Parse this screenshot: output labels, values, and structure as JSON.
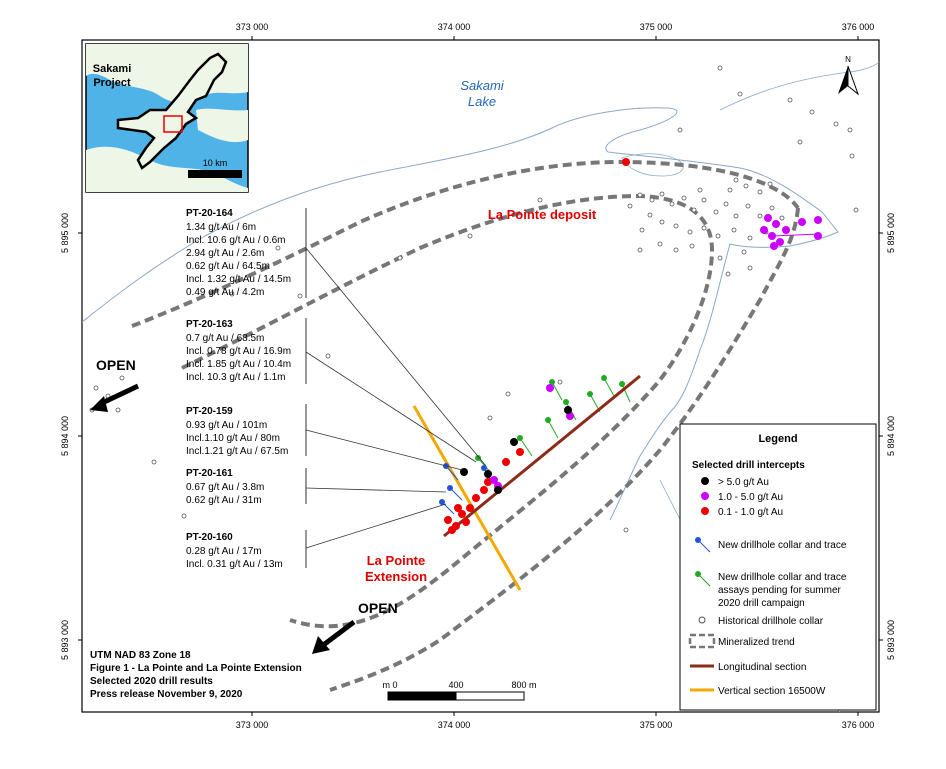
{
  "map": {
    "x_ticks": [
      "373 000",
      "374 000",
      "375 000",
      "376 000"
    ],
    "y_ticks": [
      "5 895 000",
      "5 894 000",
      "5 893 000"
    ],
    "lake_label": [
      "Sakami",
      "Lake"
    ],
    "deposit_label": "La Pointe deposit",
    "extension_label": [
      "La Pointe",
      "Extension"
    ],
    "open_labels": [
      "OPEN",
      "OPEN"
    ],
    "north_label": "N",
    "inset": {
      "title": [
        "Sakami",
        "Project"
      ],
      "scale": "10 km"
    },
    "scale_bar": {
      "labels": [
        "m 0",
        "400",
        "800 m"
      ]
    },
    "footer": [
      "UTM NAD 83 Zone 18",
      "Figure 1 - La Pointe and La Pointe Extension",
      "Selected 2020 drill results",
      "Press release November 9, 2020"
    ]
  },
  "intercepts": [
    {
      "hole": "PT-20-164",
      "lines": [
        "1.34 g/t Au / 6m",
        "Incl. 10.6 g/t Au / 0.6m",
        "2.94 g/t Au / 2.6m",
        "0.62 g/t Au / 64.5m",
        "Incl. 1.32 g/t Au / 14.5m",
        "0.49 g/t Au / 4.2m"
      ]
    },
    {
      "hole": "PT-20-163",
      "lines": [
        "0.7 g/t Au / 68.5m",
        "Incl. 0.78 g/t Au / 16.9m",
        "Incl. 1.85 g/t Au / 10.4m",
        "Incl. 10.3 g/t Au / 1.1m"
      ]
    },
    {
      "hole": "PT-20-159",
      "lines": [
        "0.93 g/t Au / 101m",
        "Incl.1.10 g/t Au / 80m",
        "Incl.1.21 g/t Au / 67.5m"
      ]
    },
    {
      "hole": "PT-20-161",
      "lines": [
        "0.67 g/t Au / 3.8m",
        "0.62 g/t Au / 31m"
      ]
    },
    {
      "hole": "PT-20-160",
      "lines": [
        "0.28 g/t Au / 17m",
        "Incl. 0.31 g/t Au / 13m"
      ]
    }
  ],
  "legend": {
    "title": "Legend",
    "subtitle": "Selected drill intercepts",
    "items": [
      {
        "label": "> 5.0 g/t Au",
        "color": "#000000"
      },
      {
        "label": "1.0 - 5.0 g/t Au",
        "color": "#cc00ff"
      },
      {
        "label": "0.1 - 1.0 g/t Au",
        "color": "#ee0000"
      }
    ],
    "new_collar": "New drillhole collar and trace",
    "pending": [
      "New drillhole collar and trace",
      "assays pending for summer",
      "2020 drill campaign"
    ],
    "historical": "Historical drillhole collar",
    "trend": "Mineralized trend",
    "longitudinal": "Longitudinal section",
    "vertical": "Vertical section 16500W"
  },
  "colors": {
    "water": "#c8e6f8",
    "inset_water": "#4fb3e8",
    "trend": "#777777",
    "longitudinal": "#8b2b1a",
    "vertical": "#f5a800",
    "new_collar": "#2255dd",
    "pending": "#22aa22",
    "title_red": "#dd0000"
  }
}
